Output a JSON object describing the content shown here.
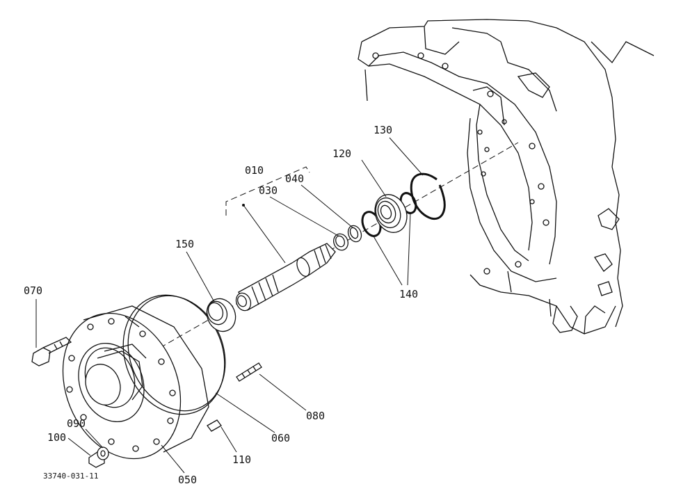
{
  "drawing": {
    "reference_code": "33740-031-11",
    "parts": [
      {
        "id": "p010",
        "number": "010"
      },
      {
        "id": "p030",
        "number": "030"
      },
      {
        "id": "p040",
        "number": "040"
      },
      {
        "id": "p050",
        "number": "050"
      },
      {
        "id": "p060",
        "number": "060"
      },
      {
        "id": "p070",
        "number": "070"
      },
      {
        "id": "p080",
        "number": "080"
      },
      {
        "id": "p090",
        "number": "090"
      },
      {
        "id": "p100",
        "number": "100"
      },
      {
        "id": "p110",
        "number": "110"
      },
      {
        "id": "p120",
        "number": "120"
      },
      {
        "id": "p130",
        "number": "130"
      },
      {
        "id": "p140",
        "number": "140"
      },
      {
        "id": "p150",
        "number": "150"
      }
    ]
  }
}
